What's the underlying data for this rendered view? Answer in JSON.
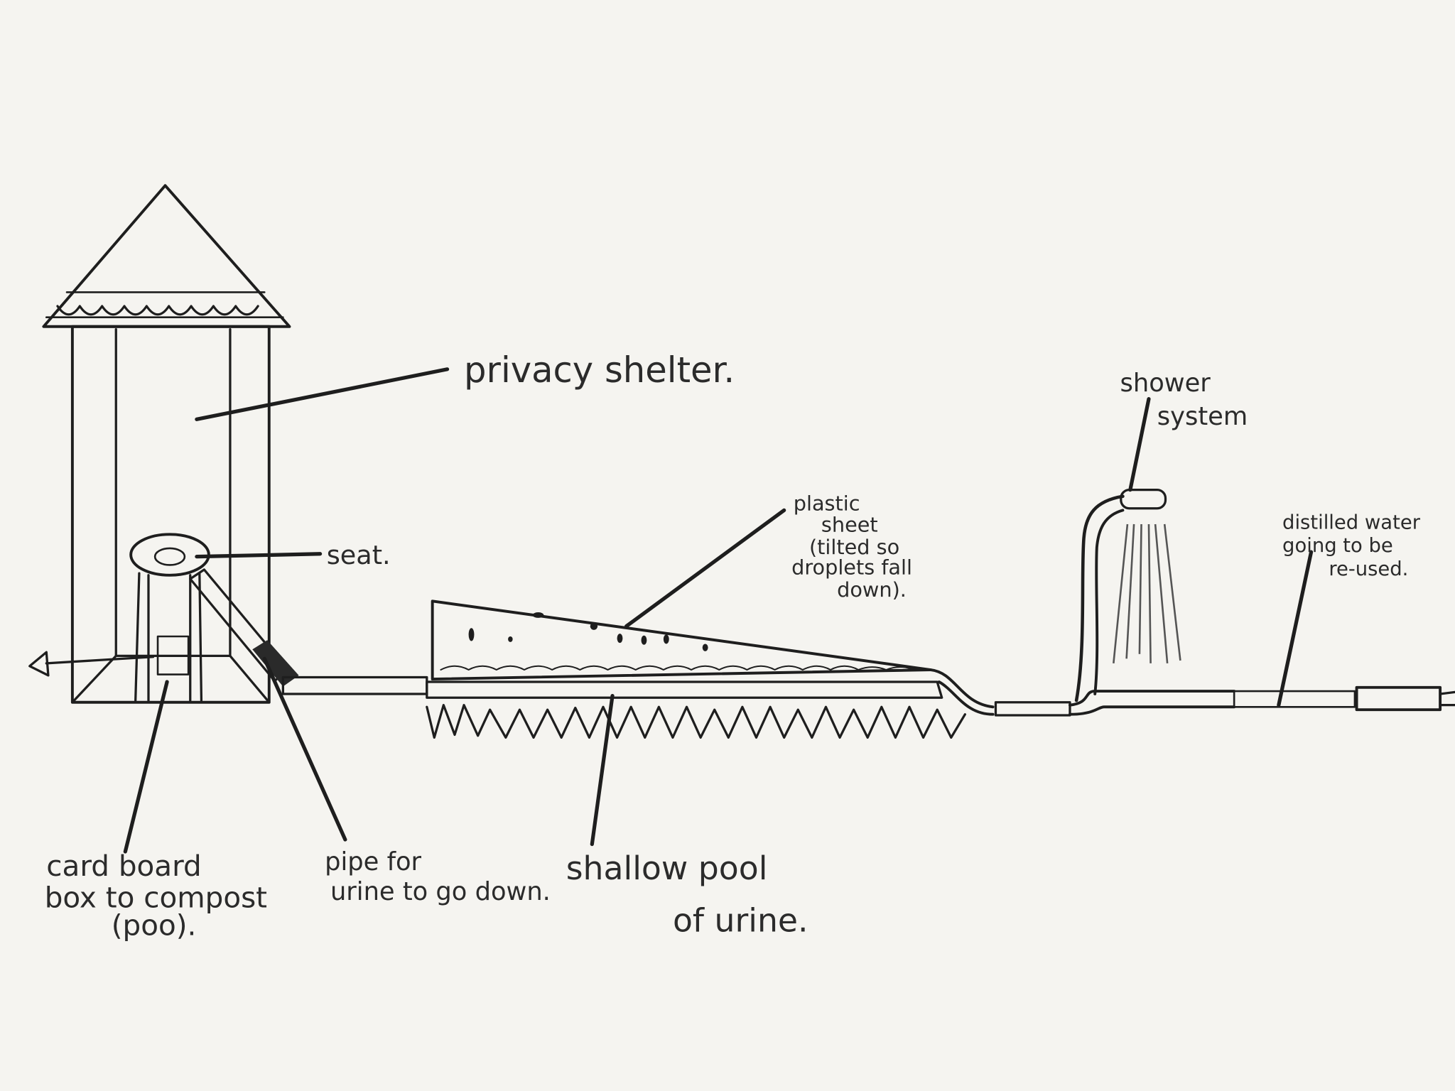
{
  "colors": {
    "background": "#f5f4f0",
    "ink": "#1e1e1e",
    "fill_light": "#dcdcdc",
    "fill_dark": "#3a3a3a"
  },
  "labels": {
    "privacy_shelter": "privacy shelter.",
    "seat": "seat.",
    "plastic_sheet": [
      "plastic",
      "sheet",
      "(tilted so",
      "droplets fall",
      "down)."
    ],
    "shower_system": [
      "shower",
      "system"
    ],
    "distilled_water": [
      "distilled water",
      "going to be",
      "re-used."
    ],
    "cardboard_box": [
      "card board",
      "box to compost",
      "(poo)."
    ],
    "pipe_for_urine": [
      "pipe for",
      "urine to go down."
    ],
    "shallow_pool": [
      "shallow pool",
      "of urine."
    ]
  }
}
